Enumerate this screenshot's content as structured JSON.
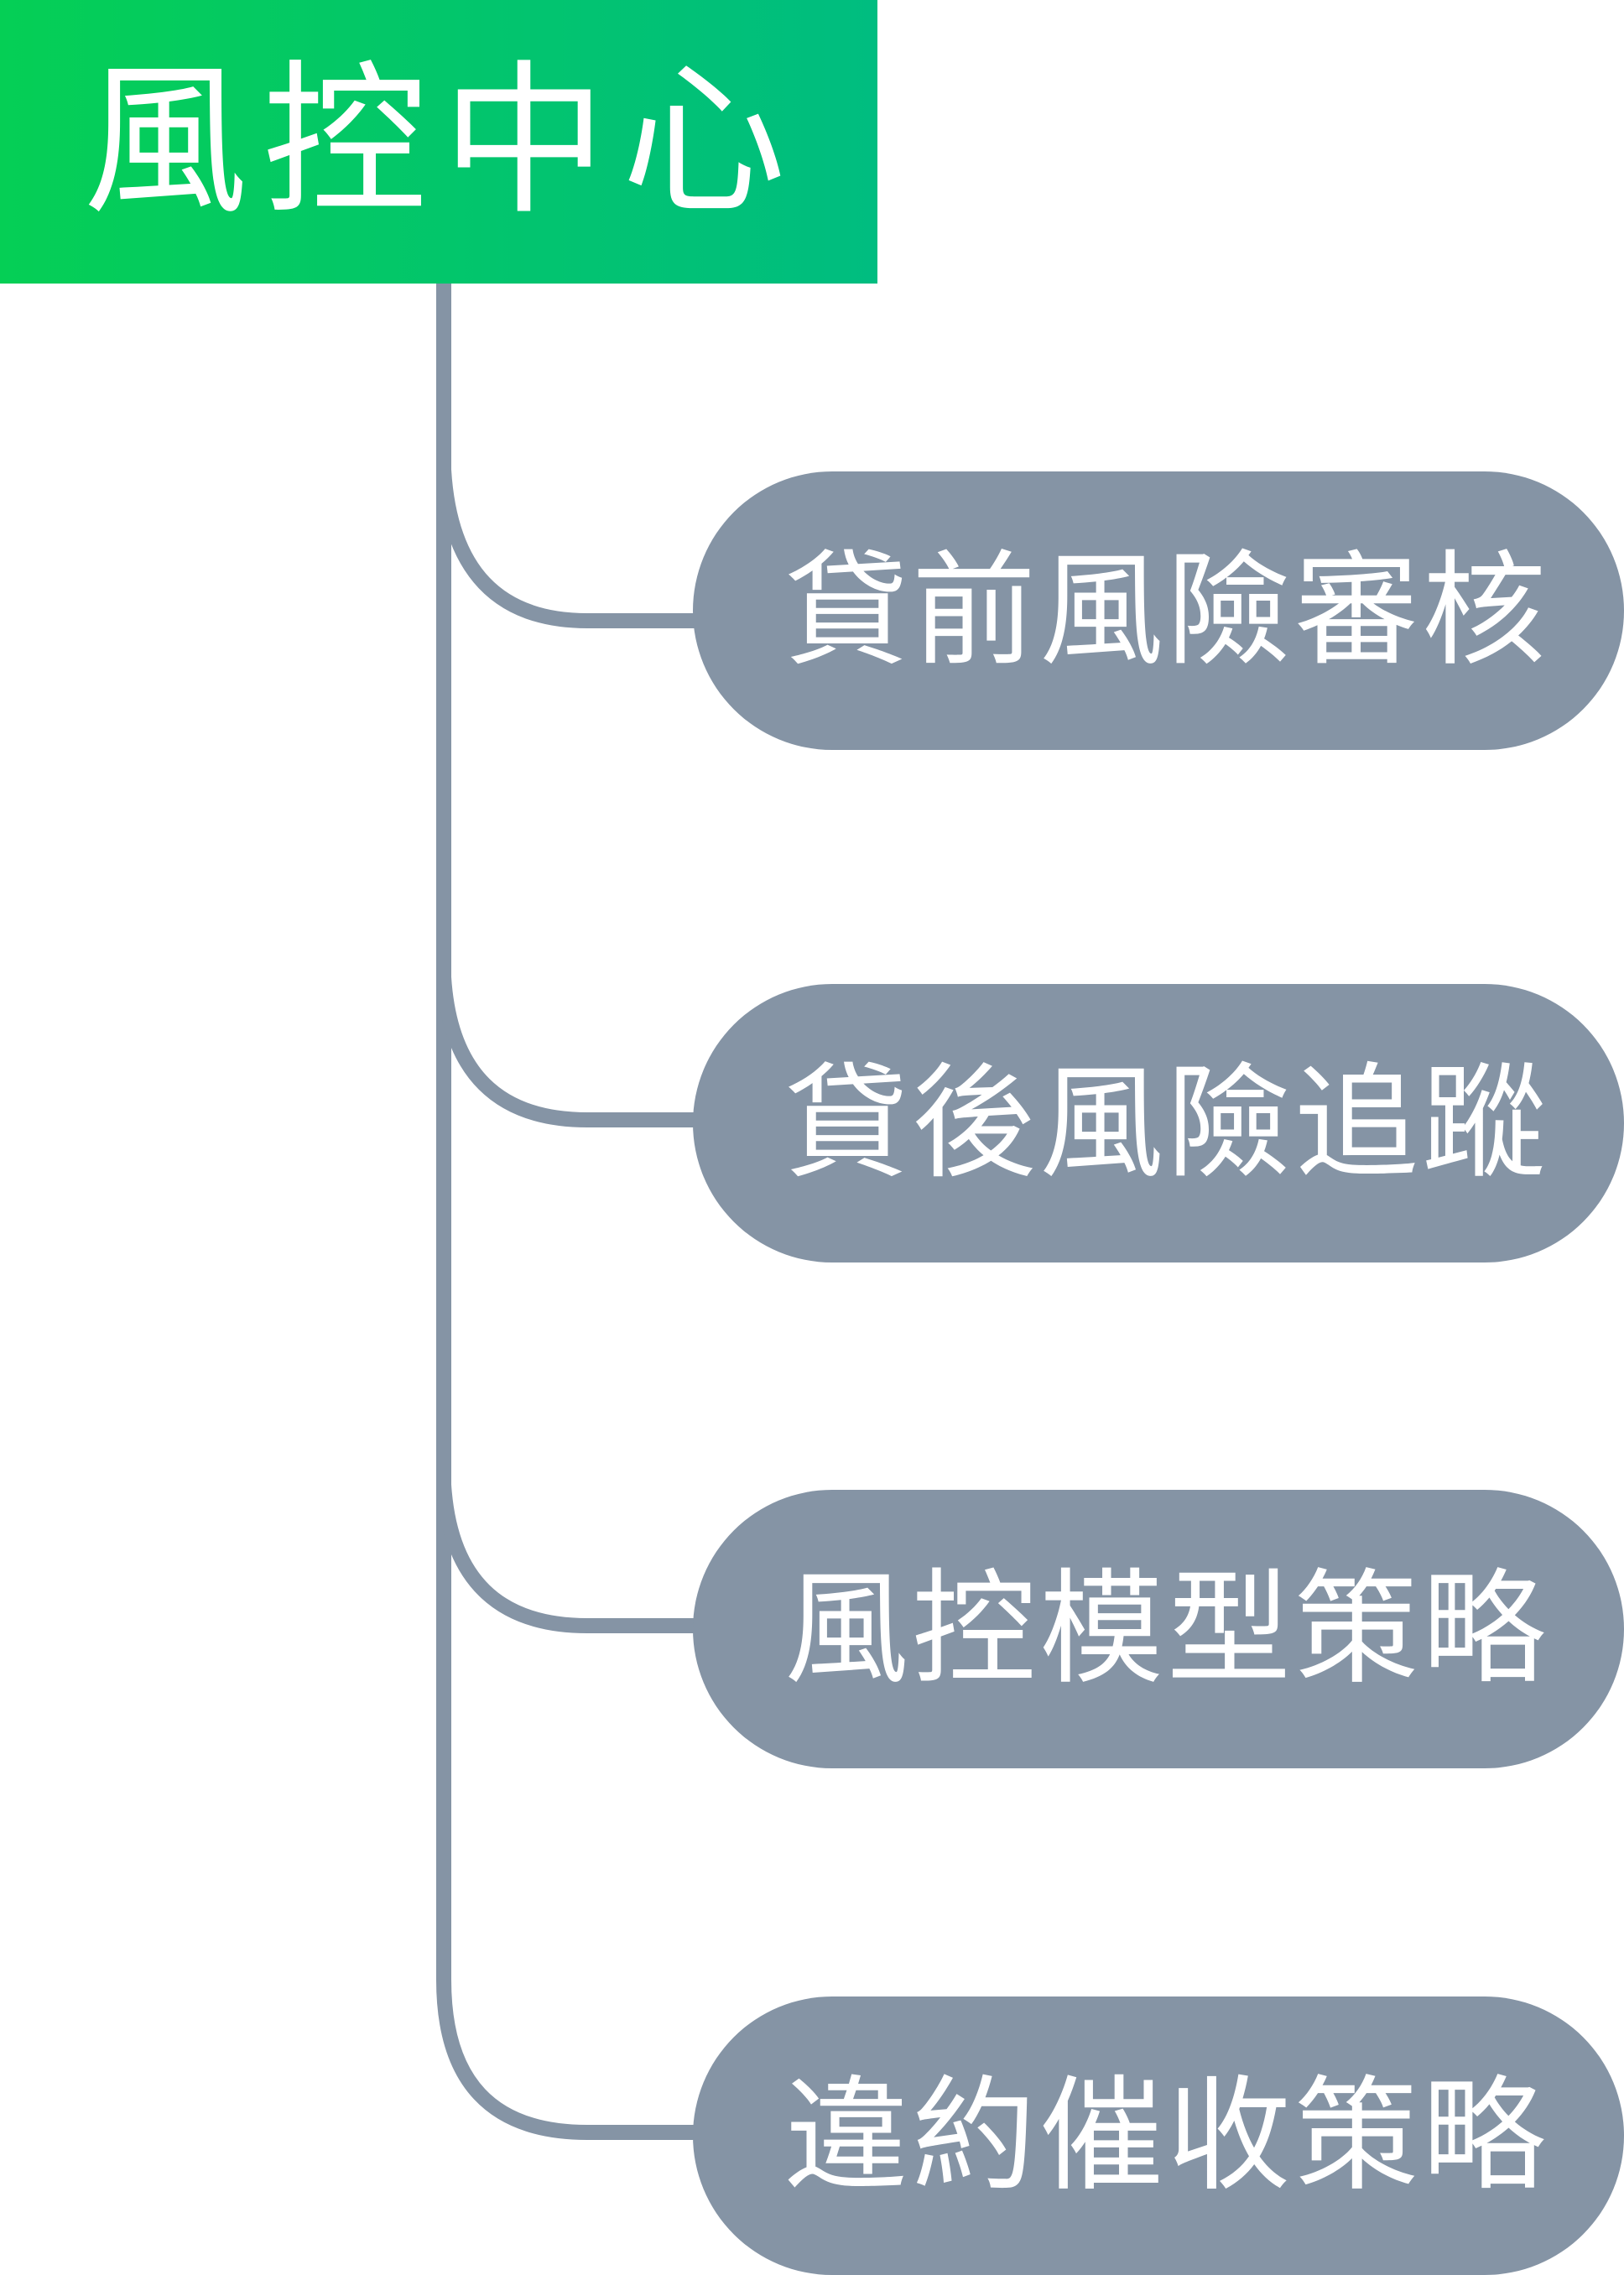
{
  "root": {
    "title": "風控中心"
  },
  "branches": [
    {
      "label": "貸前風險審核"
    },
    {
      "label": "貸後風險追蹤"
    },
    {
      "label": "風控模型策略"
    },
    {
      "label": "違約催收策略"
    }
  ],
  "colors": {
    "root_gradient_start": "#05cf55",
    "root_gradient_end": "#00bd80",
    "branch_fill": "#8594a5",
    "connector": "#8594a5",
    "text": "#ffffff"
  }
}
